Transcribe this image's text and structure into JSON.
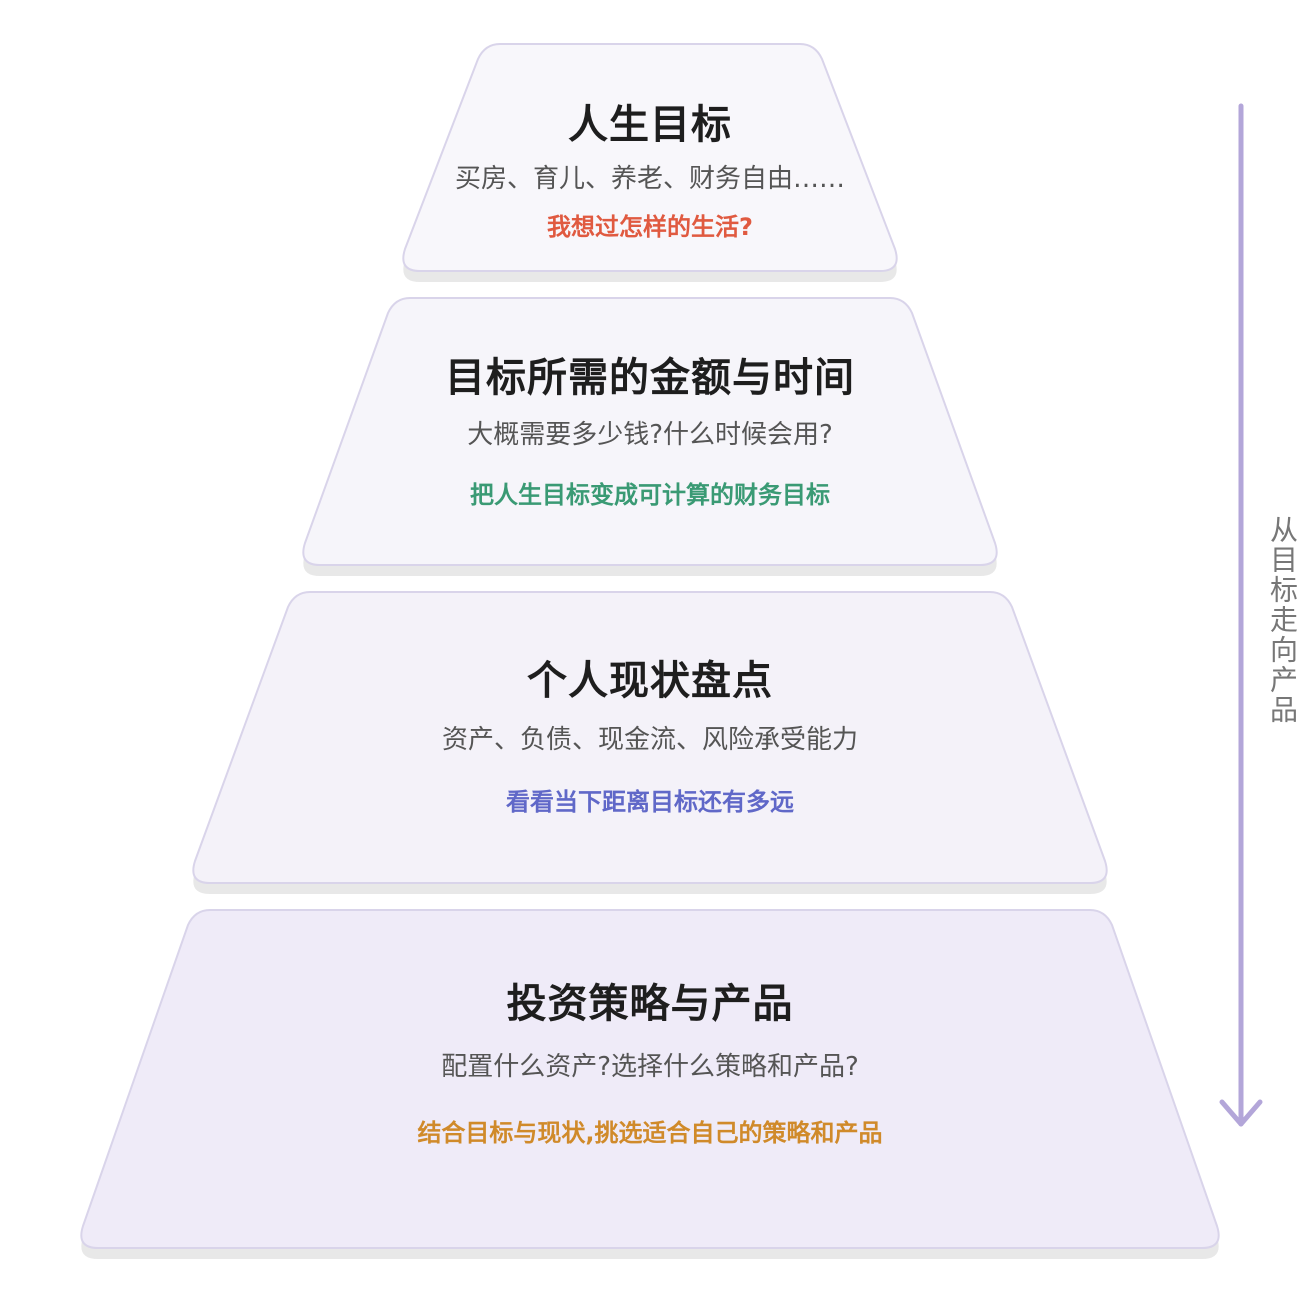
{
  "tiers": [
    {
      "title": "人生目标",
      "description": "买房、育儿、养老、财务自由……",
      "note": "我想过怎样的生活?",
      "note_color": "#e05a40",
      "fill": "#f8f7fb"
    },
    {
      "title": "目标所需的金额与时间",
      "description": "大概需要多少钱?什么时候会用?",
      "note": "把人生目标变成可计算的财务目标",
      "note_color": "#3a9a74",
      "fill": "#f6f5fa"
    },
    {
      "title": "个人现状盘点",
      "description": "资产、负债、现金流、风险承受能力",
      "note": "看看当下距离目标还有多远",
      "note_color": "#6068c8",
      "fill": "#f4f2f9"
    },
    {
      "title": "投资策略与产品",
      "description": "配置什么资产?选择什么策略和产品?",
      "note": "结合目标与现状,挑选适合自己的策略和产品",
      "note_color": "#d08a2a",
      "fill": "#efebf8"
    }
  ],
  "flow": {
    "label": "从目标走向产品",
    "arrow_color": "#b3a6d9",
    "direction": "down"
  },
  "colors": {
    "tier_border": "#d9d4ea",
    "tier_shadow": "#e6e6e6"
  }
}
